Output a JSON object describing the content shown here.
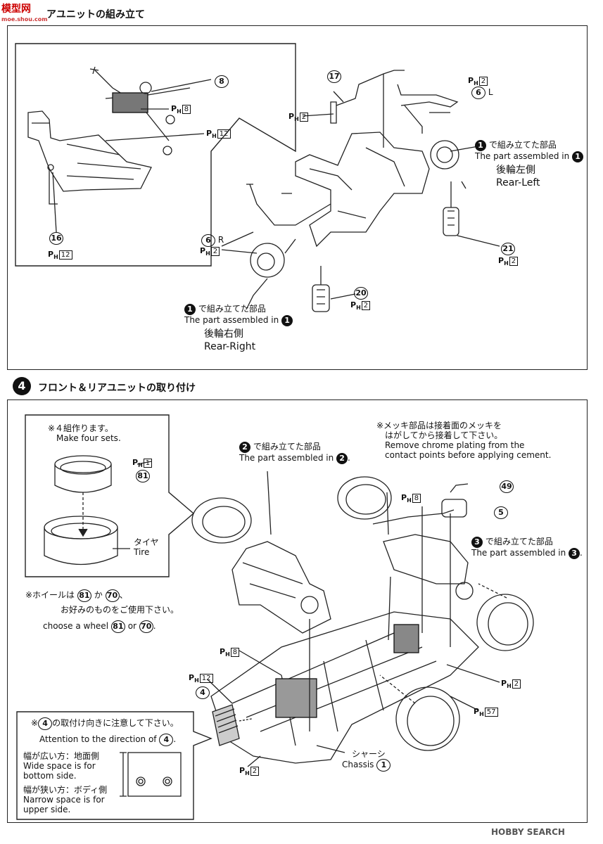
{
  "watermark": {
    "site": "模型网",
    "url": "moe.shou.com",
    "search_brand": "HOBBY SEARCH"
  },
  "step3": {
    "title": "アユニットの組み立て",
    "label_8": "8",
    "label_17": "17",
    "label_6L_num": "6",
    "label_6L_side": "L",
    "label_6R_num": "6",
    "label_6R_side": "R",
    "label_16": "16",
    "label_21": "21",
    "label_20": "20",
    "ph_8": "8",
    "ph_12a": "12",
    "ph_12b": "12",
    "ph_2a": "2",
    "ph_2b": "2",
    "ph_2c": "2",
    "ph_2d": "2",
    "ph_2e": "2",
    "left_note": {
      "num": "1",
      "jp": "で組み立てた部品",
      "en": "The part assembled in",
      "en_num": "1",
      "side_jp": "後輪左側",
      "side_en": "Rear-Left"
    },
    "right_note": {
      "num": "1",
      "jp": "で組み立てた部品",
      "en": "The part assembled in",
      "en_num": "1",
      "side_jp": "後輪右側",
      "side_en": "Rear-Right"
    }
  },
  "step4": {
    "number": "4",
    "title": "フロント＆リアユニットの取り付け",
    "inset_tire": {
      "jp": "※４組作ります。",
      "en": "Make four sets.",
      "ph": "1",
      "num81": "81",
      "tire_jp": "タイヤ",
      "tire_en": "Tire"
    },
    "wheel_note": {
      "jp_a": "※ホイールは",
      "num81": "81",
      "jp_b": "か",
      "num70": "70",
      "jp_c": "、",
      "jp_line2": "お好みのものをご使用下さい。",
      "en": "choose a wheel",
      "en_num81": "81",
      "en_or": "or",
      "en_num70": "70",
      "en_end": "."
    },
    "front_note": {
      "num": "2",
      "jp": "で組み立てた部品",
      "en": "The part assembled in",
      "en_num": "2"
    },
    "chrome_note": {
      "jp1": "※メッキ部品は接着面のメッキを",
      "jp2": "はがしてから接着して下さい。",
      "en1": "Remove chrome plating from the",
      "en2": "contact points before applying cement."
    },
    "rear_note": {
      "num": "3",
      "jp": "で組み立てた部品",
      "en": "The part assembled in",
      "en_num": "3"
    },
    "label_49": "49",
    "label_5": "5",
    "label_4": "4",
    "ph_8a": "8",
    "ph_8b": "8",
    "ph_12": "12",
    "ph_2a": "2",
    "ph_2b": "2",
    "ph_57": "57",
    "chassis": {
      "jp": "シャーシ",
      "en": "Chassis",
      "num": "1"
    },
    "direction_note": {
      "jp_a": "※",
      "num": "4",
      "jp_b": "の取付け向きに注意して下さい。",
      "en": "Attention to the direction of",
      "en_num": "4",
      "wide_jp": "幅が広い方：地面側",
      "wide_en1": "Wide space is for",
      "wide_en2": "bottom side.",
      "narrow_jp": "幅が狭い方：ボディ側",
      "narrow_en1": "Narrow space is for",
      "narrow_en2": "upper side."
    }
  }
}
